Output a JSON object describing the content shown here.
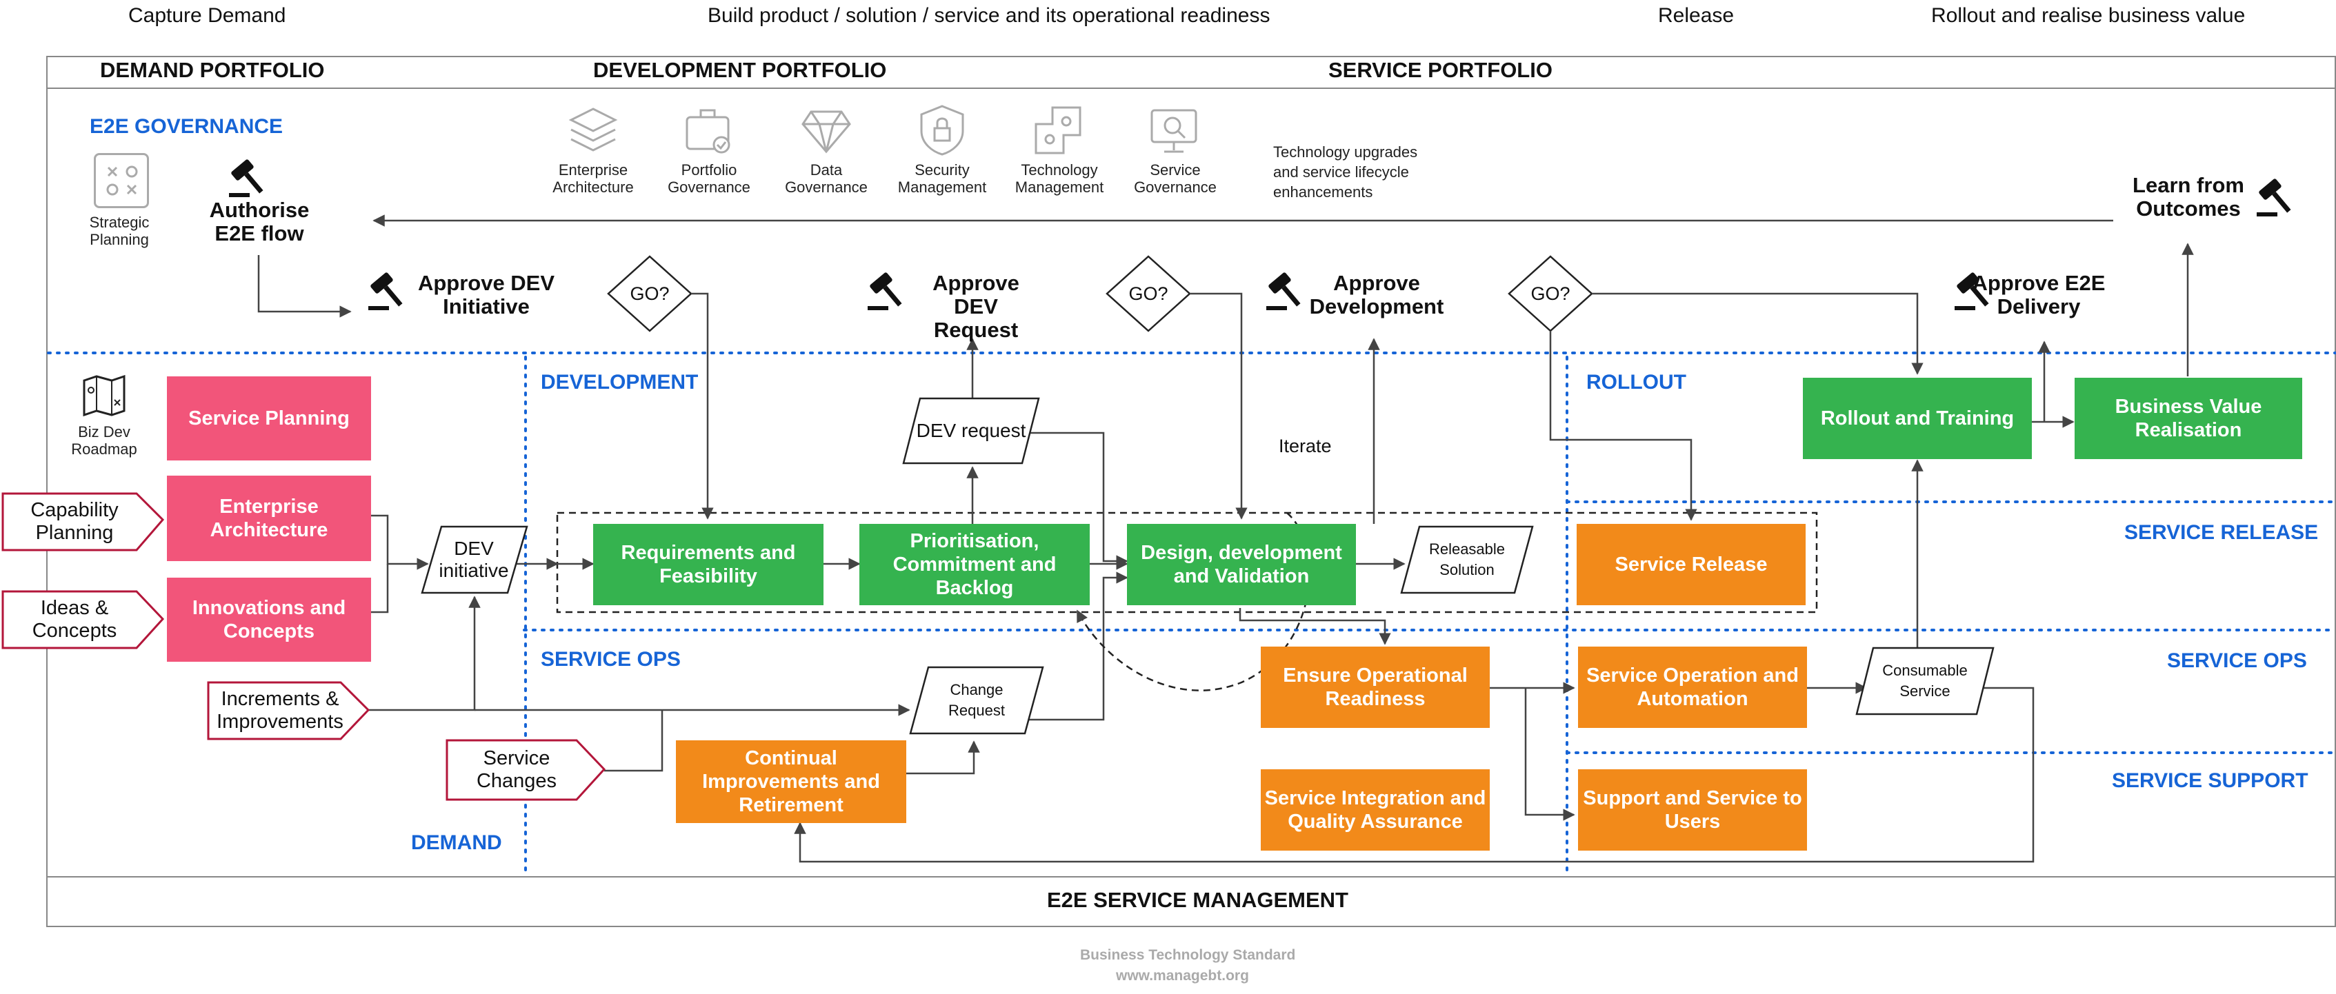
{
  "phases": [
    "Capture Demand",
    "Build product / solution / service and its operational readiness",
    "Release",
    "Rollout and realise business value"
  ],
  "portfolios": [
    "DEMAND PORTFOLIO",
    "DEVELOPMENT PORTFOLIO",
    "SERVICE PORTFOLIO"
  ],
  "e2e_governance": "E2E GOVERNANCE",
  "governance_icons": {
    "strategic": "Strategic Planning",
    "enterprise": "Enterprise Architecture",
    "portfolio": "Portfolio Governance",
    "data": "Data Governance",
    "security": "Security Management",
    "technology": "Technology Management",
    "service": "Service Governance"
  },
  "tech_upgrades": "Technology upgrades and service lifecycle enhancements",
  "authorise": "Authorise E2E flow",
  "learn": "Learn from Outcomes",
  "approvals": {
    "dev_initiative": "Approve DEV Initiative",
    "dev_request": "Approve DEV Request",
    "development": "Approve Development",
    "e2e_delivery": "Approve E2E Delivery"
  },
  "go": "GO?",
  "zones": {
    "development": "DEVELOPMENT",
    "rollout": "ROLLOUT",
    "service_release": "SERVICE RELEASE",
    "service_ops_left": "SERVICE OPS",
    "service_ops_right": "SERVICE OPS",
    "service_support": "SERVICE SUPPORT",
    "demand": "DEMAND"
  },
  "biz_dev_roadmap": "Biz Dev Roadmap",
  "pink_boxes": {
    "service_planning": "Service Planning",
    "enterprise_architecture": "Enterprise Architecture",
    "innovations": "Innovations and Concepts"
  },
  "inputs": {
    "capability": "Capability Planning",
    "ideas": "Ideas & Concepts",
    "increments": "Increments & Improvements",
    "service_changes": "Service Changes"
  },
  "parallelograms": {
    "dev_initiative": "DEV initiative",
    "dev_request": "DEV request",
    "change_request": "Change Request",
    "releasable": "Releasable Solution",
    "consumable": "Consumable Service"
  },
  "green_boxes": {
    "requirements": "Requirements and Feasibility",
    "prioritisation": "Prioritisation, Commitment and Backlog",
    "design": "Design, development and Validation",
    "rollout": "Rollout and Training",
    "business_value": "Business Value Realisation"
  },
  "orange_boxes": {
    "service_release": "Service Release",
    "ensure_ops": "Ensure Operational Readiness",
    "service_operation": "Service Operation and Automation",
    "service_integration": "Service Integration and Quality Assurance",
    "support": "Support and Service to Users",
    "continual": "Continual Improvements and Retirement"
  },
  "iterate": "Iterate",
  "e2e_service_management": "E2E SERVICE MANAGEMENT",
  "footer": {
    "line1": "Business Technology Standard",
    "line2": "www.managebt.org"
  },
  "colors": {
    "pink": "#f2557a",
    "green": "#35b34f",
    "orange": "#f28a1a",
    "blue_label": "#1664d6",
    "input_border": "#b3163a"
  }
}
